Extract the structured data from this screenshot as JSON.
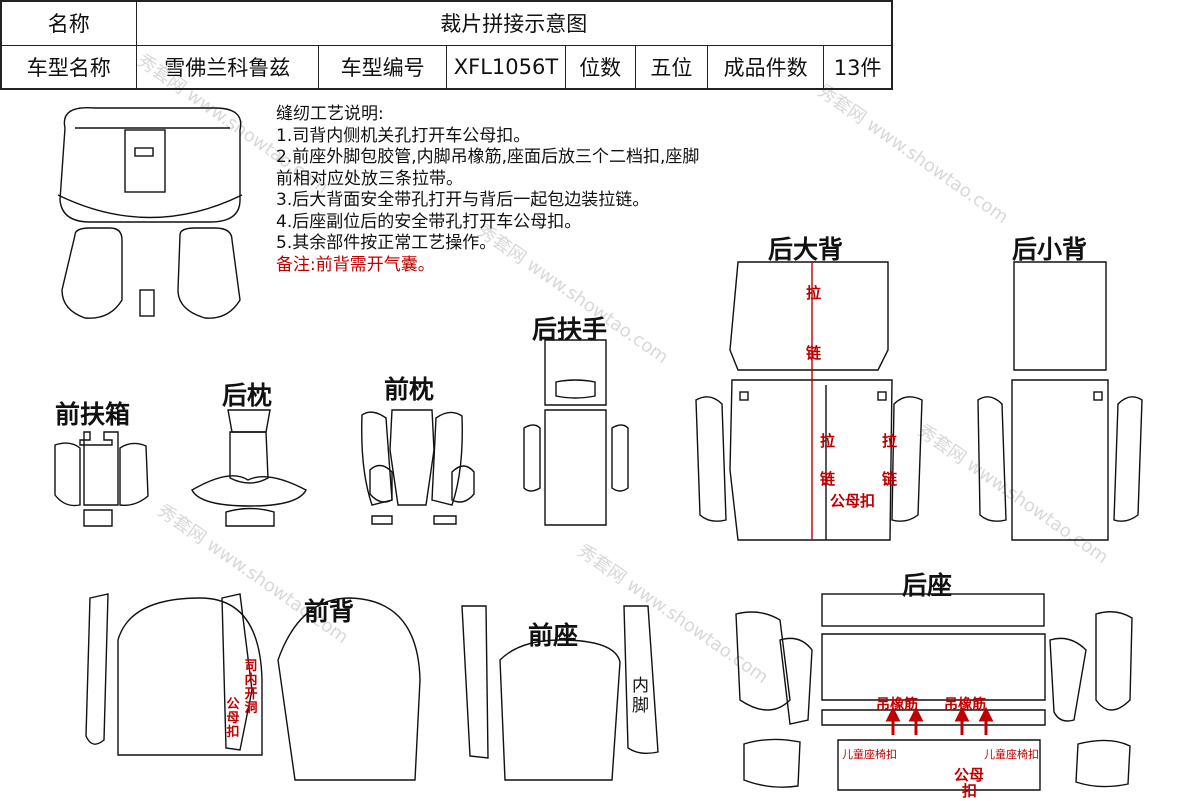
{
  "header": {
    "name_label": "名称",
    "title": "裁片拼接示意图",
    "model_name_label": "车型名称",
    "model_name": "雪佛兰科鲁兹",
    "model_code_label": "车型编号",
    "model_code": "XFL1056T",
    "seats_label": "位数",
    "seats": "五位",
    "pieces_label": "成品件数",
    "pieces": "13件"
  },
  "notes": {
    "title": "缝纫工艺说明:",
    "lines": [
      "1.司背内侧机关孔打开车公母扣。",
      "2.前座外脚包胶管,内脚吊橡筋,座面后放三个二档扣,座脚",
      "前相对应处放三条拉带。",
      "3.后大背面安全带孔打开与背后一起包边装拉链。",
      "4.后座副位后的安全带孔打开车公母扣。",
      "5.其余部件按正常工艺操作。"
    ],
    "remark": "备注:前背需开气囊。"
  },
  "sections": {
    "front_armrest_box": "前扶箱",
    "rear_headrest": "后枕",
    "front_headrest": "前枕",
    "rear_armrest": "后扶手",
    "rear_large_back": "后大背",
    "rear_small_back": "后小背",
    "front_back": "前背",
    "front_seat": "前座",
    "rear_seat": "后座"
  },
  "annotations": {
    "la": "拉",
    "lian": "链",
    "gongmukou": "公母扣",
    "neijiao": "内脚",
    "si_nei_kai_dong": "司内开洞",
    "gong_mu_kou": "公母扣",
    "diao_xiang_jin": "吊橡筋",
    "child_seat_buckle": "儿童座椅扣",
    "gong_mu": "公母",
    "kou": "扣"
  },
  "watermark": {
    "cn": "秀套网",
    "url": "www.showtao.com"
  },
  "colors": {
    "outline": "#111111",
    "accent_red": "#c00000",
    "watermark": "#d8d8d8"
  }
}
